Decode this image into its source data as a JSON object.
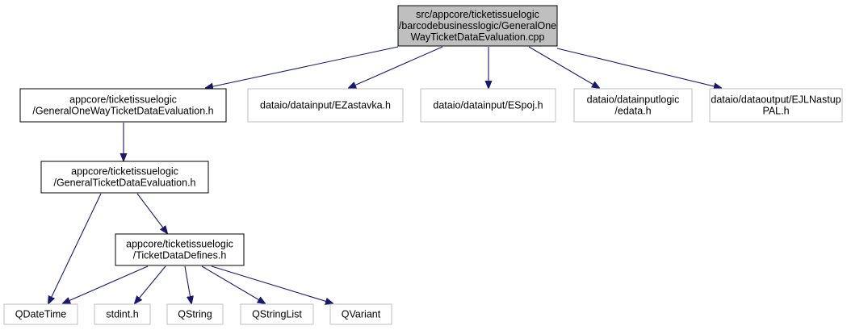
{
  "colors": {
    "root_fill": "#bfbfbf",
    "internal_border": "#000000",
    "external_border": "#bfbfbf",
    "edge": "#191970",
    "background": "#ffffff"
  },
  "nodes": {
    "root": {
      "lines": [
        "src/appcore/ticketissuelogic",
        "/barcodebusinesslogic/GeneralOne",
        "WayTicketDataEvaluation.cpp"
      ]
    },
    "general_oneway_h": {
      "lines": [
        "appcore/ticketissuelogic",
        "/GeneralOneWayTicketDataEvaluation.h"
      ]
    },
    "ezastavka_h": {
      "lines": [
        "dataio/datainput/EZastavka.h"
      ]
    },
    "espoj_h": {
      "lines": [
        "dataio/datainput/ESpoj.h"
      ]
    },
    "edata_h": {
      "lines": [
        "dataio/datainputlogic",
        "/edata.h"
      ]
    },
    "ejlnastup_h": {
      "lines": [
        "dataio/dataoutput/EJLNastup",
        "PAL.h"
      ]
    },
    "general_ticket_h": {
      "lines": [
        "appcore/ticketissuelogic",
        "/GeneralTicketDataEvaluation.h"
      ]
    },
    "ticketdatadefines_h": {
      "lines": [
        "appcore/ticketissuelogic",
        "/TicketDataDefines.h"
      ]
    },
    "qdatetime": {
      "lines": [
        "QDateTime"
      ]
    },
    "stdint_h": {
      "lines": [
        "stdint.h"
      ]
    },
    "qstring": {
      "lines": [
        "QString"
      ]
    },
    "qstringlist": {
      "lines": [
        "QStringList"
      ]
    },
    "qvariant": {
      "lines": [
        "QVariant"
      ]
    }
  },
  "edges": [
    [
      "root",
      "general_oneway_h"
    ],
    [
      "root",
      "ezastavka_h"
    ],
    [
      "root",
      "espoj_h"
    ],
    [
      "root",
      "edata_h"
    ],
    [
      "root",
      "ejlnastup_h"
    ],
    [
      "general_oneway_h",
      "general_ticket_h"
    ],
    [
      "general_ticket_h",
      "ticketdatadefines_h"
    ],
    [
      "general_ticket_h",
      "qdatetime"
    ],
    [
      "ticketdatadefines_h",
      "qdatetime"
    ],
    [
      "ticketdatadefines_h",
      "stdint_h"
    ],
    [
      "ticketdatadefines_h",
      "qstring"
    ],
    [
      "ticketdatadefines_h",
      "qstringlist"
    ],
    [
      "ticketdatadefines_h",
      "qvariant"
    ]
  ]
}
